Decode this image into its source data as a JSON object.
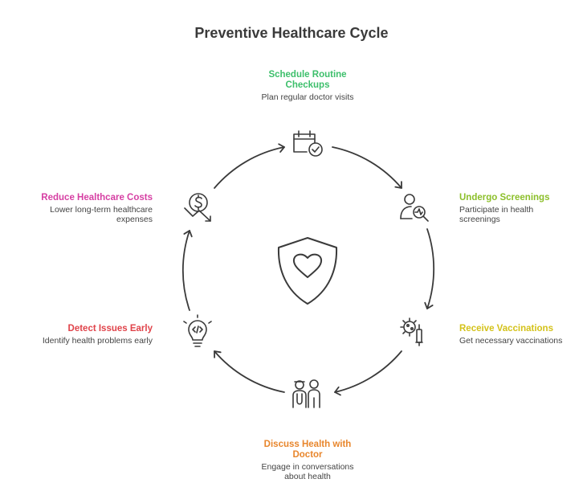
{
  "title": "Preventive Healthcare Cycle",
  "steps": [
    {
      "title": "Schedule Routine Checkups",
      "title_lines": [
        "Schedule Routine",
        "Checkups"
      ],
      "desc_lines": [
        "Plan regular doctor visits"
      ],
      "color": "#3dbf6b",
      "icon": "calendar-check-icon"
    },
    {
      "title": "Undergo Screenings",
      "title_lines": [
        "Undergo Screenings"
      ],
      "desc_lines": [
        "Participate in health",
        "screenings"
      ],
      "color": "#8cbf2a",
      "icon": "person-magnifier-icon"
    },
    {
      "title": "Receive Vaccinations",
      "title_lines": [
        "Receive Vaccinations"
      ],
      "desc_lines": [
        "Get necessary vaccinations"
      ],
      "color": "#d4c21a",
      "icon": "virus-syringe-icon"
    },
    {
      "title": "Discuss Health with Doctor",
      "title_lines": [
        "Discuss Health with",
        "Doctor"
      ],
      "desc_lines": [
        "Engage in conversations",
        "about health"
      ],
      "color": "#e8862c",
      "icon": "doctor-patient-icon"
    },
    {
      "title": "Detect Issues Early",
      "title_lines": [
        "Detect Issues Early"
      ],
      "desc_lines": [
        "Identify health problems early"
      ],
      "color": "#e0434a",
      "icon": "lightbulb-code-icon"
    },
    {
      "title": "Reduce Healthcare Costs",
      "title_lines": [
        "Reduce Healthcare Costs"
      ],
      "desc_lines": [
        "Lower long-term healthcare",
        "expenses"
      ],
      "color": "#d63fa3",
      "icon": "dollar-down-icon"
    }
  ],
  "center_icon": "shield-heart-icon",
  "stroke_color": "#3a3a3a"
}
